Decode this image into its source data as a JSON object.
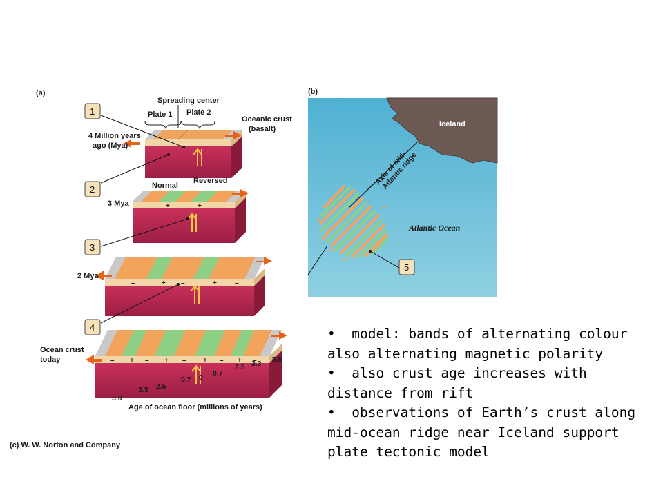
{
  "panel_a": {
    "panel_label": "(a)",
    "spreading_center": "Spreading center",
    "plate1": "Plate 1",
    "plate2": "Plate 2",
    "oceanic_crust_line1": "Oceanic crust",
    "oceanic_crust_line2": "(basalt)",
    "time1_line1": "4 Million years",
    "time1_line2": "ago (Mya)",
    "normal": "Normal",
    "reversed": "Reversed",
    "time2": "3 Mya",
    "time3": "2 Mya",
    "today_line1": "Ocean crust",
    "today_line2": "today",
    "ages_top": [
      "0.7",
      "2.5",
      "3.3",
      "5.0"
    ],
    "ages_bottom": [
      "5.0",
      "3.3",
      "2.5",
      "0.7",
      "0"
    ],
    "age_axis_label": "Age of ocean floor (millions of years)",
    "steps": [
      "1",
      "2",
      "3",
      "4"
    ]
  },
  "panel_b": {
    "panel_label": "(b)",
    "iceland": "Iceland",
    "axis_line1": "Axis of mid-",
    "axis_line2": "Atlantic ridge",
    "atlantic_ocean": "Atlantic Ocean",
    "step": "5"
  },
  "copyright": "(c) W. W. Norton and Company",
  "colors": {
    "normal_band": "#f2a45c",
    "reversed_band": "#8fcf86",
    "mantle": "#b5264e",
    "ocean": "#5bb8d6",
    "land": "#6e5a54",
    "arrow": "#e8621a",
    "badge": "#f6e2b8"
  },
  "bullets": [
    "model: bands of alternating colour also alternating magnetic polarity",
    "also crust age increases with distance from rift",
    "observations of Earth’s crust along mid-ocean ridge near Iceland support plate tectonic model"
  ]
}
